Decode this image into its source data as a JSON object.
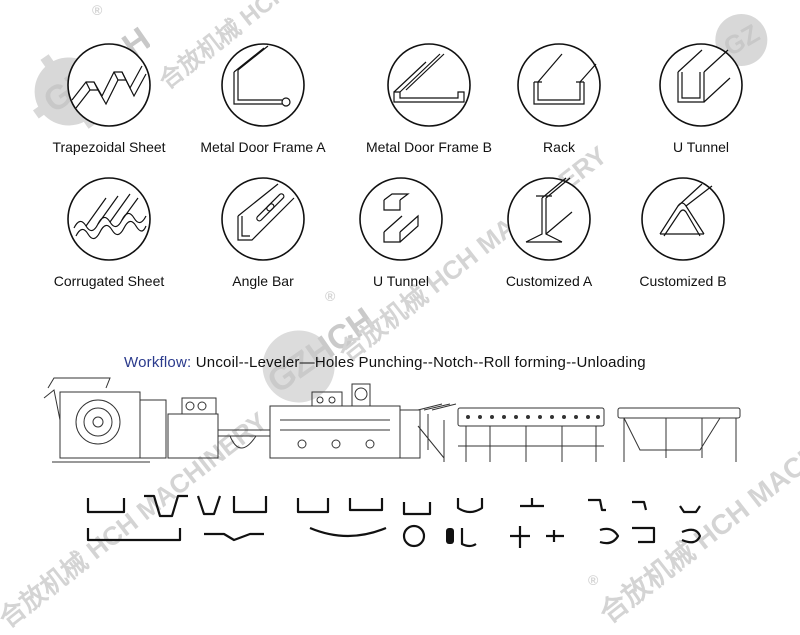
{
  "watermark": {
    "company_cn": "合放机械",
    "company_en": "HCH MACHINERY",
    "logo_text": "GZHCH",
    "registered_mark": "®",
    "color": "#d4d4d4"
  },
  "products": [
    {
      "label": "Trapezoidal Sheet",
      "icon": "trapezoidal-sheet-icon"
    },
    {
      "label": "Metal Door Frame A",
      "icon": "door-frame-a-icon"
    },
    {
      "label": "Metal Door Frame B",
      "icon": "door-frame-b-icon"
    },
    {
      "label": "Rack",
      "icon": "rack-icon"
    },
    {
      "label": "U Tunnel",
      "icon": "u-tunnel-icon"
    },
    {
      "label": "Corrugated Sheet",
      "icon": "corrugated-sheet-icon"
    },
    {
      "label": "Angle Bar",
      "icon": "angle-bar-icon"
    },
    {
      "label": "U Tunnel",
      "icon": "u-tunnel-pieces-icon"
    },
    {
      "label": "Customized A",
      "icon": "customized-a-icon"
    },
    {
      "label": "Customized B",
      "icon": "customized-b-icon"
    }
  ],
  "workflow": {
    "label": "Workflow:",
    "steps": "Uncoil--Leveler—Holes Punching--Notch--Roll forming--Unloading",
    "label_color": "#2a3a8c"
  }
}
